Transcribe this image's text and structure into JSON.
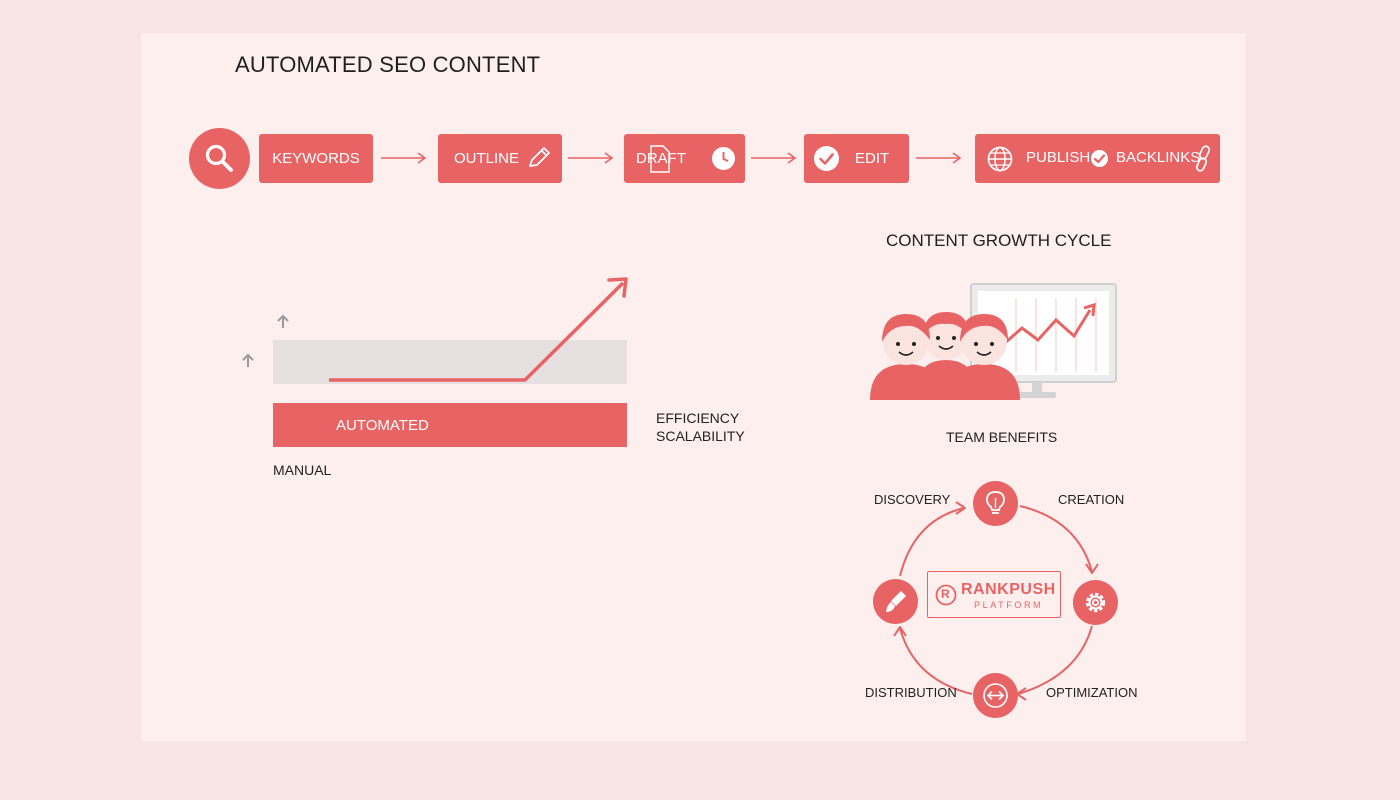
{
  "title": "AUTOMATED SEO CONTENT",
  "workflow": {
    "steps": [
      {
        "label": "KEYWORDS"
      },
      {
        "label": "OUTLINE",
        "icon": "pencil-icon"
      },
      {
        "label": "DRAFT",
        "icon": "clock-icon"
      },
      {
        "label": "EDIT",
        "icon": "check-circle-icon"
      },
      {
        "label": "PUBLISH",
        "label2": "BACKLINKS",
        "icon": "globe-icon",
        "icon2": "check-badge-icon",
        "icon3": "link-icon"
      }
    ],
    "start_icon": "search-icon"
  },
  "comparison": {
    "automated_label": "AUTOMATED",
    "manual_label": "MANUAL",
    "benefit_1": "EFFICIENCY",
    "benefit_2": "SCALABILITY"
  },
  "team": {
    "title": "CONTENT GROWTH CYCLE",
    "caption": "TEAM BENEFITS"
  },
  "cycle": {
    "stages": [
      "DISCOVERY",
      "CREATION",
      "OPTIMIZATION",
      "DISTRIBUTION"
    ],
    "center_brand": "RANKPUSH",
    "center_sub": "PLATFORM",
    "center_mark": "R"
  },
  "colors": {
    "accent": "#e86464",
    "background": "#f8e4e2",
    "card": "#fcefed",
    "neutral_bar": "#e6e1e0"
  }
}
